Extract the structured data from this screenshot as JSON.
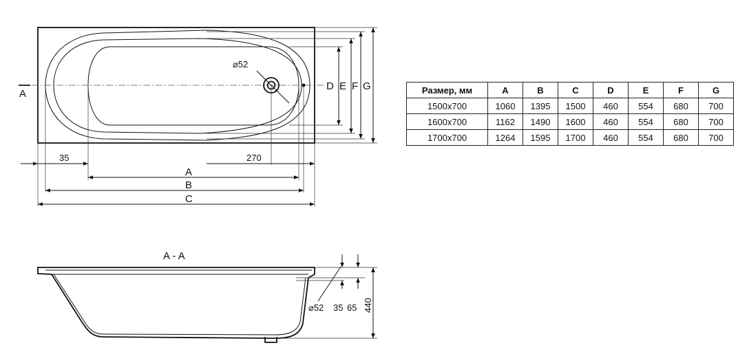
{
  "plan": {
    "section_marker": "A",
    "drain_diameter": "⌀52",
    "dims": {
      "left_offset": "35",
      "right_offset": "270",
      "a": "A",
      "b": "B",
      "c": "C",
      "d": "D",
      "e": "E",
      "f": "F",
      "g": "G"
    }
  },
  "section": {
    "title": "A - A",
    "drain_diameter": "⌀52",
    "dim_35": "35",
    "dim_65": "65",
    "dim_440": "440"
  },
  "table": {
    "headers": [
      "Размер, мм",
      "A",
      "B",
      "C",
      "D",
      "E",
      "F",
      "G"
    ],
    "rows": [
      [
        "1500x700",
        "1060",
        "1395",
        "1500",
        "460",
        "554",
        "680",
        "700"
      ],
      [
        "1600x700",
        "1162",
        "1490",
        "1600",
        "460",
        "554",
        "680",
        "700"
      ],
      [
        "1700x700",
        "1264",
        "1595",
        "1700",
        "460",
        "554",
        "680",
        "700"
      ]
    ]
  }
}
